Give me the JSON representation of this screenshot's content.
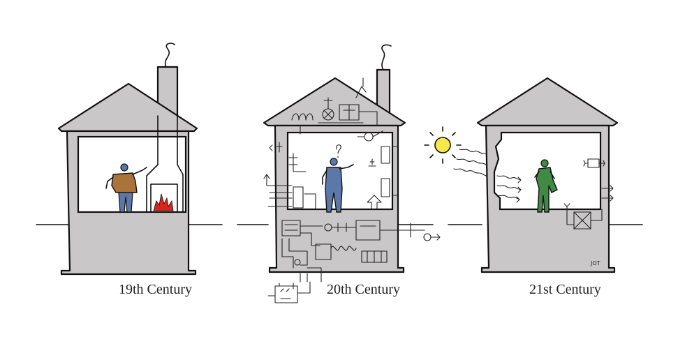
{
  "captions": {
    "house_19th": "19th Century",
    "house_20th": "20th Century",
    "house_21st": "21st Century"
  },
  "artist_mark": "JOT",
  "colors": {
    "wall": "#c9c7c7",
    "fire": "#d9241b",
    "sun": "#f7e84a",
    "person_19th": "#a9733a",
    "person_20th": "#5d78a8",
    "person_21st": "#3f8a45"
  }
}
